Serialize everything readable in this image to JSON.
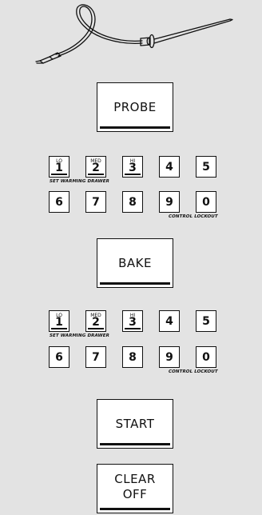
{
  "probe_button": {
    "line1": "PROBE"
  },
  "bake_button": {
    "line1": "BAKE"
  },
  "start_button": {
    "line1": "START"
  },
  "clear_off_button": {
    "line1": "CLEAR",
    "line2": "OFF"
  },
  "keypad_a": {
    "keys": [
      {
        "num": "1",
        "sub": "LO"
      },
      {
        "num": "2",
        "sub": "MED"
      },
      {
        "num": "3",
        "sub": "HI"
      },
      {
        "num": "4",
        "sub": ""
      },
      {
        "num": "5",
        "sub": ""
      },
      {
        "num": "6",
        "sub": ""
      },
      {
        "num": "7",
        "sub": ""
      },
      {
        "num": "8",
        "sub": ""
      },
      {
        "num": "9",
        "sub": ""
      },
      {
        "num": "0",
        "sub": ""
      }
    ],
    "warming_caption": "SET WARMING DRAWER",
    "lockout_caption": "CONTROL LOCKOUT"
  },
  "keypad_b": {
    "keys": [
      {
        "num": "1",
        "sub": "LO"
      },
      {
        "num": "2",
        "sub": "MED"
      },
      {
        "num": "3",
        "sub": "HI"
      },
      {
        "num": "4",
        "sub": ""
      },
      {
        "num": "5",
        "sub": ""
      },
      {
        "num": "6",
        "sub": ""
      },
      {
        "num": "7",
        "sub": ""
      },
      {
        "num": "8",
        "sub": ""
      },
      {
        "num": "9",
        "sub": ""
      },
      {
        "num": "0",
        "sub": ""
      }
    ],
    "warming_caption": "SET WARMING DRAWER",
    "lockout_caption": "CONTROL LOCKOUT"
  },
  "colors": {
    "background": "#e3e3e3",
    "key_face": "#ffffff",
    "ink": "#111111"
  },
  "icons": {
    "probe": "temperature-probe-icon"
  }
}
